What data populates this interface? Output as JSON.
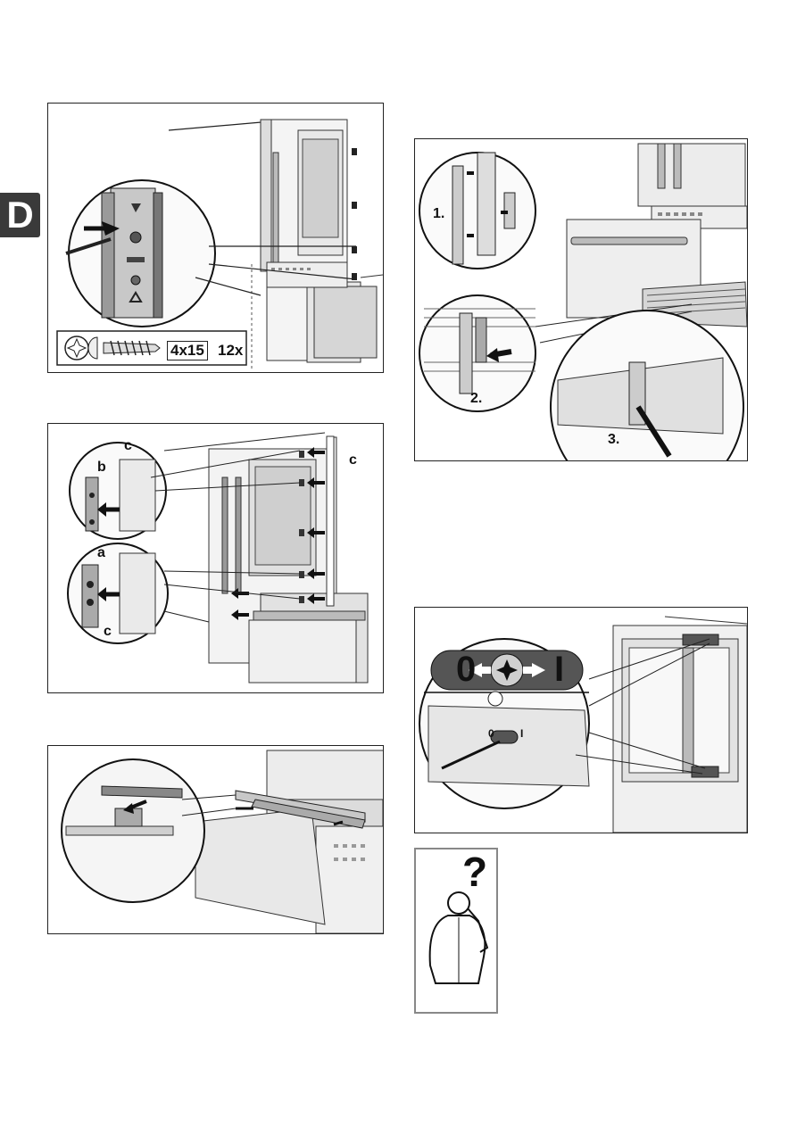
{
  "section_tab": "D",
  "panel1": {
    "screw_size": "4x15",
    "screw_count": "12x",
    "icons": [
      "torx-icon",
      "screw-icon"
    ]
  },
  "panel2": {
    "labels": {
      "a": "a",
      "b": "b",
      "c_top": "c",
      "c_right": "c",
      "c_bottom": "c"
    }
  },
  "panel4": {
    "steps": [
      "1.",
      "2.",
      "3."
    ]
  },
  "panel5": {
    "switch_off": "0",
    "switch_on": "I",
    "small_off": "0",
    "small_on": "I"
  },
  "help": {
    "mark": "?"
  }
}
